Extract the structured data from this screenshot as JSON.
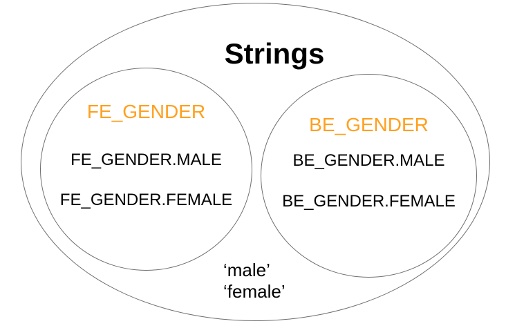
{
  "diagram": {
    "title": "Strings",
    "left_set": {
      "title": "FE_GENDER",
      "items": [
        "FE_GENDER.MALE",
        "FE_GENDER.FEMALE"
      ]
    },
    "right_set": {
      "title": "BE_GENDER",
      "items": [
        "BE_GENDER.MALE",
        "BE_GENDER.FEMALE"
      ]
    },
    "literals": [
      "‘male’",
      "‘female’"
    ]
  },
  "colors": {
    "set_title_orange": "#FFA01E",
    "outline_gray": "#6E6E6E",
    "text_black": "#000000",
    "background": "#FFFFFF"
  }
}
